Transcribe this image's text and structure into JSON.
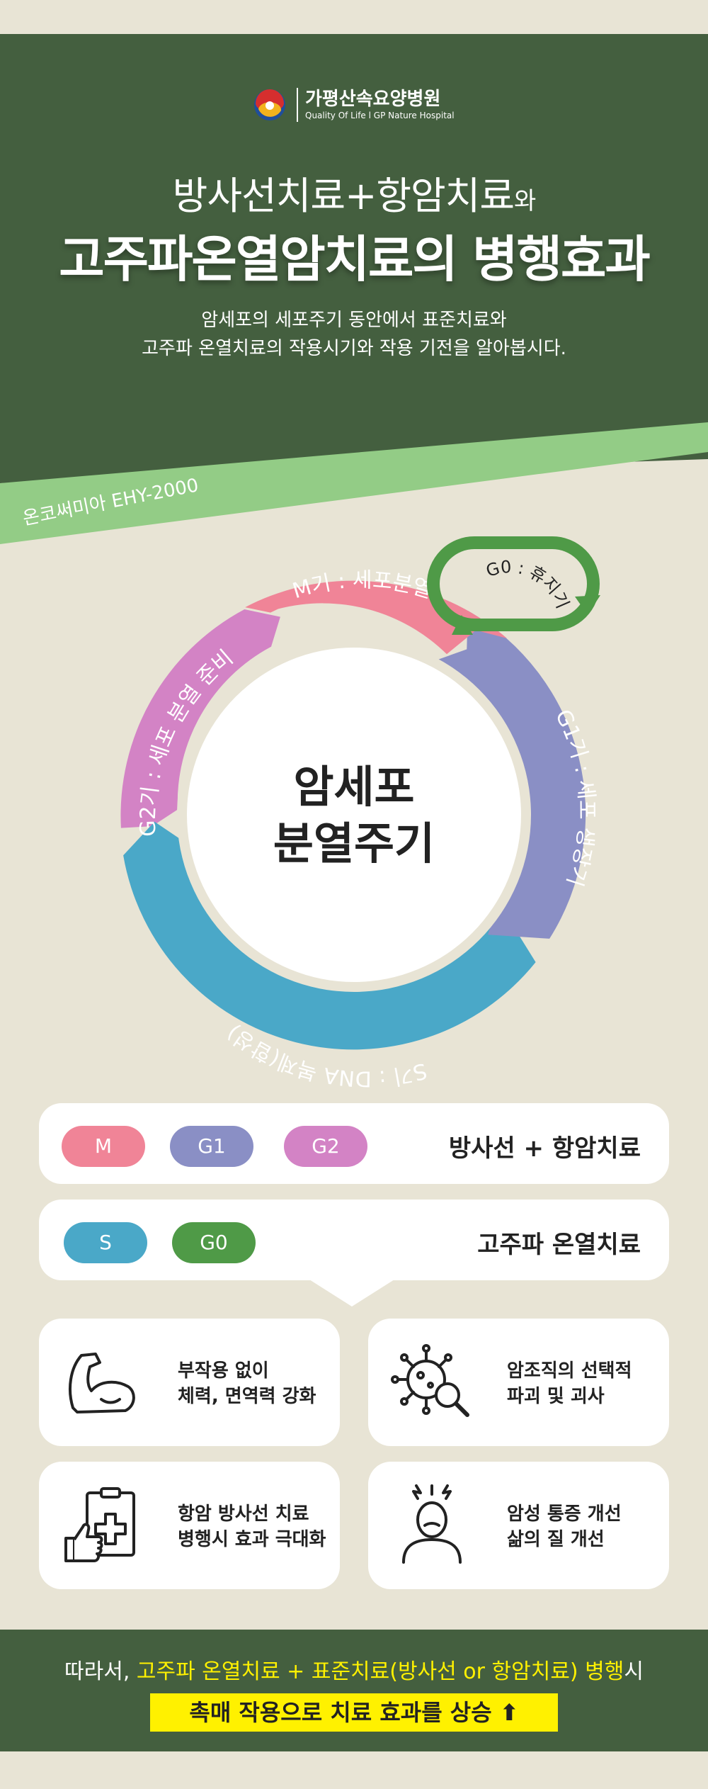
{
  "hospital": {
    "name": "가평산속요양병원",
    "tagline": "Quality Of Life l GP Nature Hospital"
  },
  "title": {
    "line1_main": "방사선치료+항암치료",
    "line1_suffix": "와",
    "line2": "고주파온열암치료의 병행효과"
  },
  "description": {
    "line1": "암세포의 세포주기 동안에서 표준치료와",
    "line2": "고주파 온열치료의 작용시기와 작용 기전을 알아봅시다."
  },
  "device_label": "온코써미아 EHY-2000",
  "cycle": {
    "center_line1": "암세포",
    "center_line2": "분열주기",
    "phases": [
      {
        "id": "M",
        "label": "M기 : 세포분열",
        "color": "#f08497"
      },
      {
        "id": "G1",
        "label": "G1기 : 세포 생장기",
        "color": "#8a8fc5"
      },
      {
        "id": "S",
        "label": "S기 : DNA 복제(합성)",
        "color": "#4aa8c8"
      },
      {
        "id": "G2",
        "label": "G2기 : 세포 분열 준비",
        "color": "#d383c5"
      }
    ],
    "g0_label": "G0 : 휴지기",
    "g0_color": "#4f9a47"
  },
  "legend": {
    "row1": {
      "pills": [
        "M",
        "G1",
        "G2"
      ],
      "label": "방사선 + 항암치료"
    },
    "row2": {
      "pills": [
        "S",
        "G0"
      ],
      "label": "고주파 온열치료"
    }
  },
  "benefits": [
    {
      "icon": "muscle-arm-icon",
      "line1": "부작용 없이",
      "line2": "체력, 면역력 강화"
    },
    {
      "icon": "virus-magnifier-icon",
      "line1": "암조직의 선택적",
      "line2": "파괴 및 괴사"
    },
    {
      "icon": "thumbs-up-medical-icon",
      "line1": "항암 방사선 치료",
      "line2": "병행시 효과 극대화"
    },
    {
      "icon": "person-headache-icon",
      "line1": "암성 통증 개선",
      "line2": "삶의 질 개선"
    }
  ],
  "conclusion": {
    "prefix": "따라서, ",
    "highlight": "고주파 온열치료 + 표준치료(방사선  or 항암치료) 병행",
    "suffix": "시",
    "line2": "촉매 작용으로 치료 효과를 상승",
    "arrow": "⬆"
  },
  "colors": {
    "header_green": "#445f3f",
    "light_green": "#93cc86",
    "background": "#e8e4d5",
    "highlight_yellow": "#fff100"
  }
}
